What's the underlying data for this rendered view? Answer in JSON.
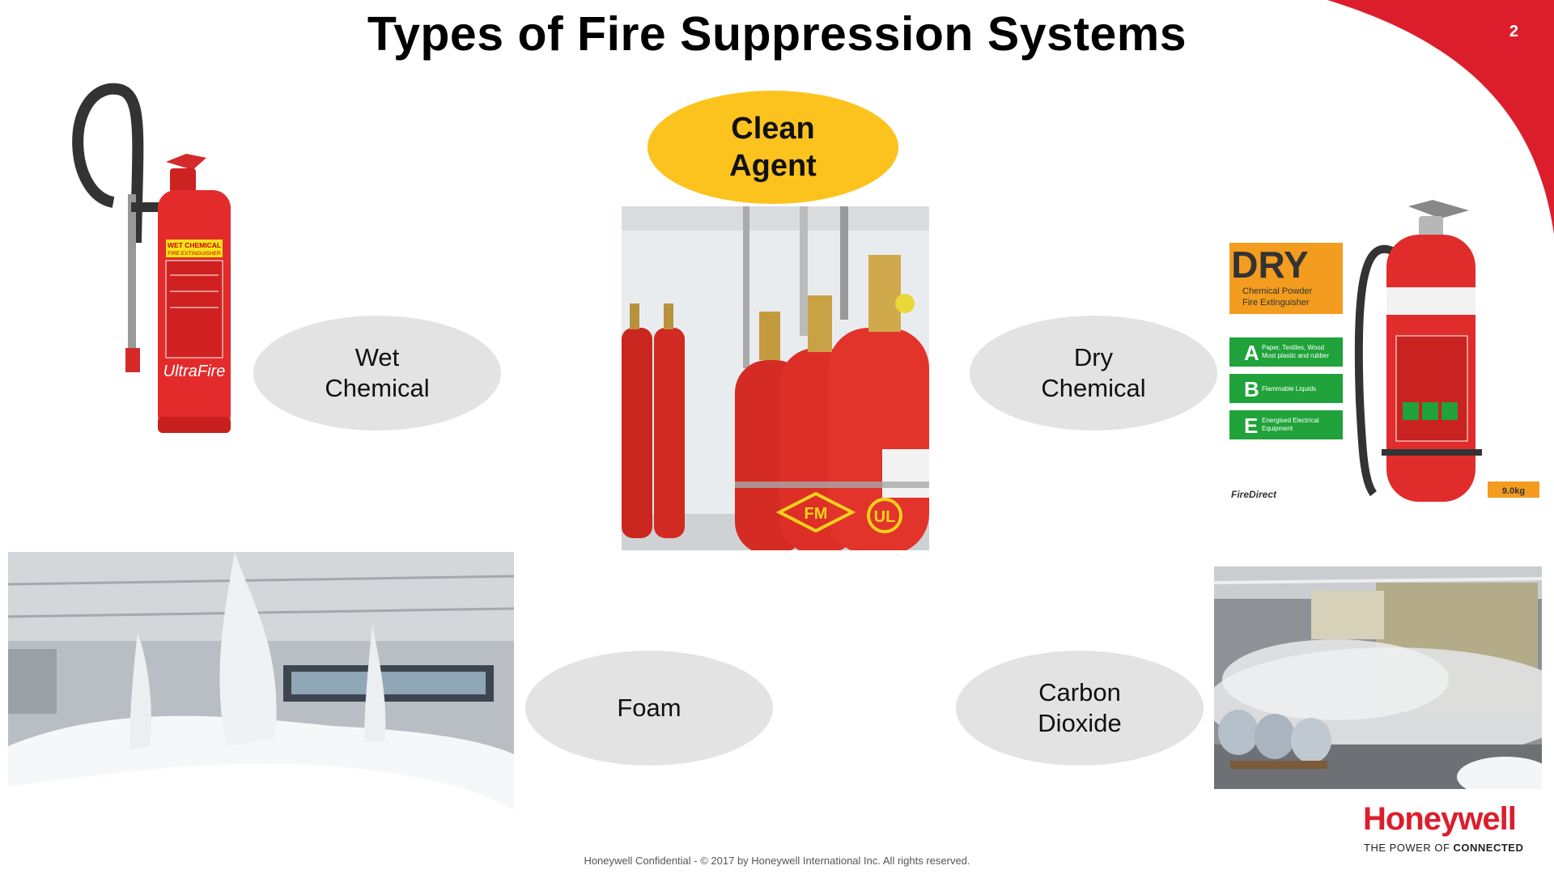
{
  "slide": {
    "title": "Types of Fire Suppression Systems",
    "page_number": "2"
  },
  "categories": {
    "clean_agent": "Clean\nAgent",
    "wet_chemical": "Wet\nChemical",
    "dry_chemical": "Dry\nChemical",
    "foam": "Foam",
    "carbon_dioxide": "Carbon\nDioxide"
  },
  "wet_extinguisher": {
    "label_line1": "WET CHEMICAL",
    "label_line2": "FIRE EXTINGUISHER",
    "brand": "UltraFire"
  },
  "clean_agent_photo": {
    "fm_mark": "FM",
    "ul_mark": "UL"
  },
  "dry_extinguisher": {
    "sign_title": "DRY",
    "sign_sub1": "Chemical Powder",
    "sign_sub2": "Fire Extinguisher",
    "classes": [
      {
        "letter": "A",
        "text1": "Paper, Textiles, Wood",
        "text2": "Most plastic and rubber"
      },
      {
        "letter": "B",
        "text1": "Flammable Liquids",
        "text2": ""
      },
      {
        "letter": "E",
        "text1": "Energised Electrical",
        "text2": "Equipment"
      }
    ],
    "vendor": "FireDirect",
    "weight": "9.0kg"
  },
  "footer": {
    "text": "Honeywell Confidential - © 2017 by Honeywell International Inc. All rights reserved."
  },
  "brand": {
    "logo": "Honeywell",
    "tagline_prefix": "THE POWER OF ",
    "tagline_bold": "CONNECTED"
  },
  "colors": {
    "accent_red": "#dc1e2c",
    "clean_agent_yellow": "#fcc31e",
    "oval_gray": "#e3e3e3"
  }
}
